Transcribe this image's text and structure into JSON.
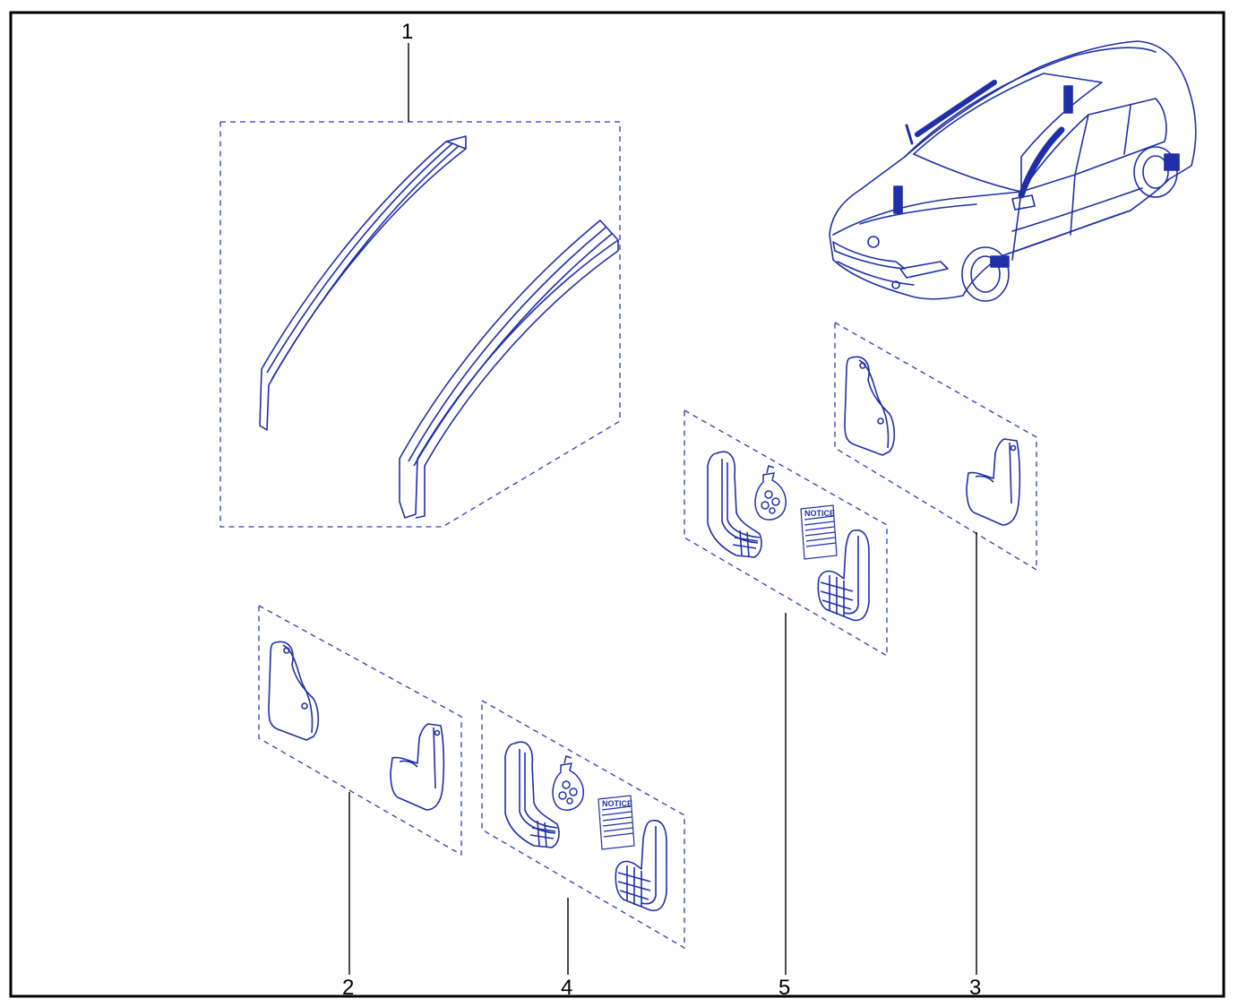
{
  "diagram": {
    "type": "exploded-parts-diagram",
    "colors": {
      "frame": "#000000",
      "line_art": "#1f2fa8",
      "dashed_box": "#2a3db5",
      "leader": "#000000",
      "background": "#ffffff"
    },
    "callouts": [
      {
        "id": "1",
        "label": "1",
        "part": "window-deflectors"
      },
      {
        "id": "2",
        "label": "2",
        "part": "mud-flaps-rear"
      },
      {
        "id": "3",
        "label": "3",
        "part": "mud-flaps-front"
      },
      {
        "id": "4",
        "label": "4",
        "part": "mud-flaps-rear-kit"
      },
      {
        "id": "5",
        "label": "5",
        "part": "mud-flaps-front-kit"
      }
    ],
    "notice_label": "NOTICE",
    "icons": [
      "car-icon",
      "deflector-icon",
      "mudflap-icon",
      "fastener-bag-icon",
      "notice-booklet-icon"
    ]
  }
}
